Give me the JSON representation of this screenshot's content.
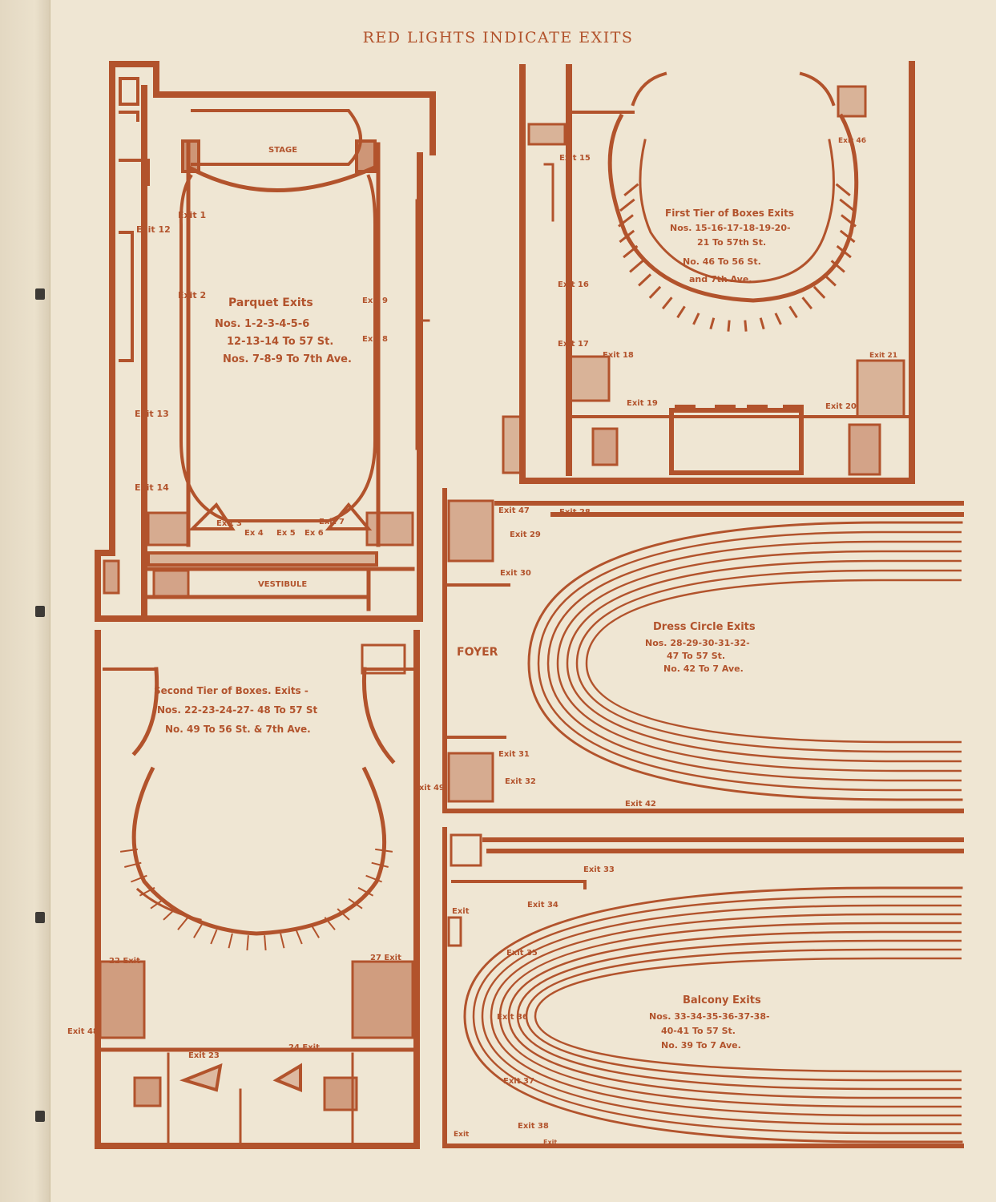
{
  "header": "RED LIGHTS INDICATE EXITS",
  "colors": {
    "ink": "#b2532c",
    "paper": "#efe6d3"
  },
  "parquet": {
    "stage": "STAGE",
    "title": "Parquet Exits",
    "line1": "Nos. 1-2-3-4-5-6",
    "line2": "12-13-14 To 57 St.",
    "line3": "Nos. 7-8-9 To 7th Ave.",
    "vestibule": "VESTIBULE",
    "exits": [
      "Exit 1",
      "Exit 2",
      "Exit 12",
      "Exit 13",
      "Exit 14",
      "Exit 3",
      "Ex 4",
      "Ex 5",
      "Ex 6",
      "Exit 7",
      "Exit 8",
      "Exit 9"
    ]
  },
  "first_tier": {
    "title": "First Tier of Boxes Exits",
    "line1": "Nos. 15-16-17-18-19-20-",
    "line2": "21 To 57th St.",
    "line3": "No. 46 To 56 St.",
    "line4": "and 7th Ave.",
    "exits": [
      "Exit 15",
      "Exit 16",
      "Exit 17",
      "Exit 18",
      "Exit 19",
      "Exit 20",
      "Exit 21",
      "Exit 46"
    ]
  },
  "dress_circle": {
    "foyer": "FOYER",
    "title": "Dress Circle Exits",
    "line1": "Nos. 28-29-30-31-32-",
    "line2": "47 To 57 St.",
    "line3": "No. 42 To 7 Ave.",
    "exits": [
      "Exit 47",
      "Exit 28",
      "Exit 29",
      "Exit 30",
      "Exit 31",
      "Exit 32",
      "Exit 42"
    ]
  },
  "second_tier": {
    "title": "Second Tier of Boxes. Exits -",
    "line1": "Nos. 22-23-24-27- 48 To 57 St",
    "line2": "No. 49 To 56 St. & 7th Ave.",
    "exits": [
      "Exit 49",
      "22 Exit",
      "27 Exit",
      "Exit 48",
      "Exit 23",
      "24 Exit"
    ]
  },
  "balcony": {
    "title": "Balcony Exits",
    "line1": "Nos. 33-34-35-36-37-38-",
    "line2": "40-41 To 57 St.",
    "line3": "No. 39 To 7 Ave.",
    "exits": [
      "Exit 33",
      "Exit",
      "Exit 34",
      "Exit 35",
      "Exit 36",
      "Exit 37",
      "Exit 38",
      "Exit",
      "Exit"
    ]
  }
}
